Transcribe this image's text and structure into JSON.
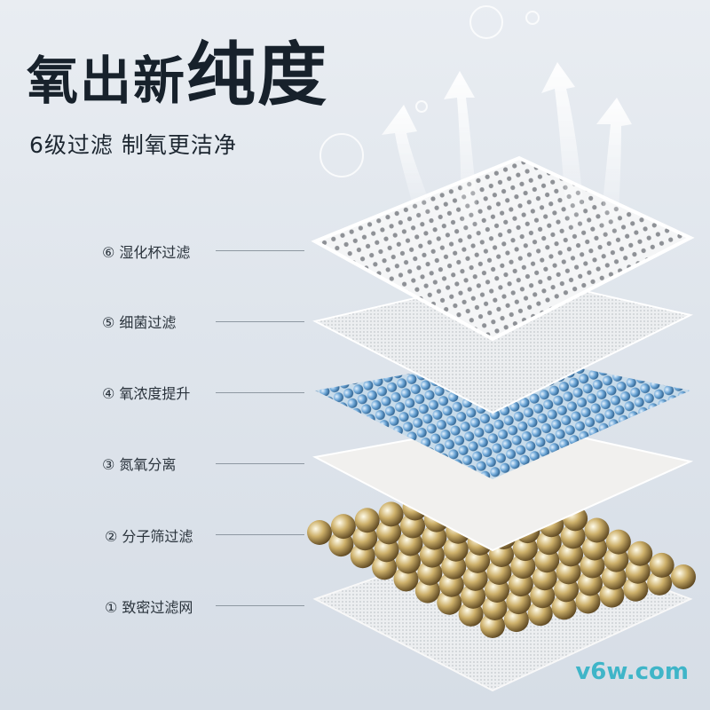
{
  "headline": {
    "part1": "氧出新",
    "part2": "纯度"
  },
  "subtitle": "6级过滤 制氧更洁净",
  "layers": [
    {
      "label": "⑥ 湿化杯过滤"
    },
    {
      "label": "⑤ 细菌过滤"
    },
    {
      "label": "④ 氧浓度提升"
    },
    {
      "label": "③ 氮氧分离"
    },
    {
      "label": "② 分子筛过滤"
    },
    {
      "label": "① 致密过滤网"
    }
  ],
  "watermark": "v6w.com",
  "colors": {
    "text": "#17212b",
    "blue_beads": "#4a8fc8",
    "gold_beads": "#c9a85a",
    "watermark": "#3fb5c8"
  }
}
